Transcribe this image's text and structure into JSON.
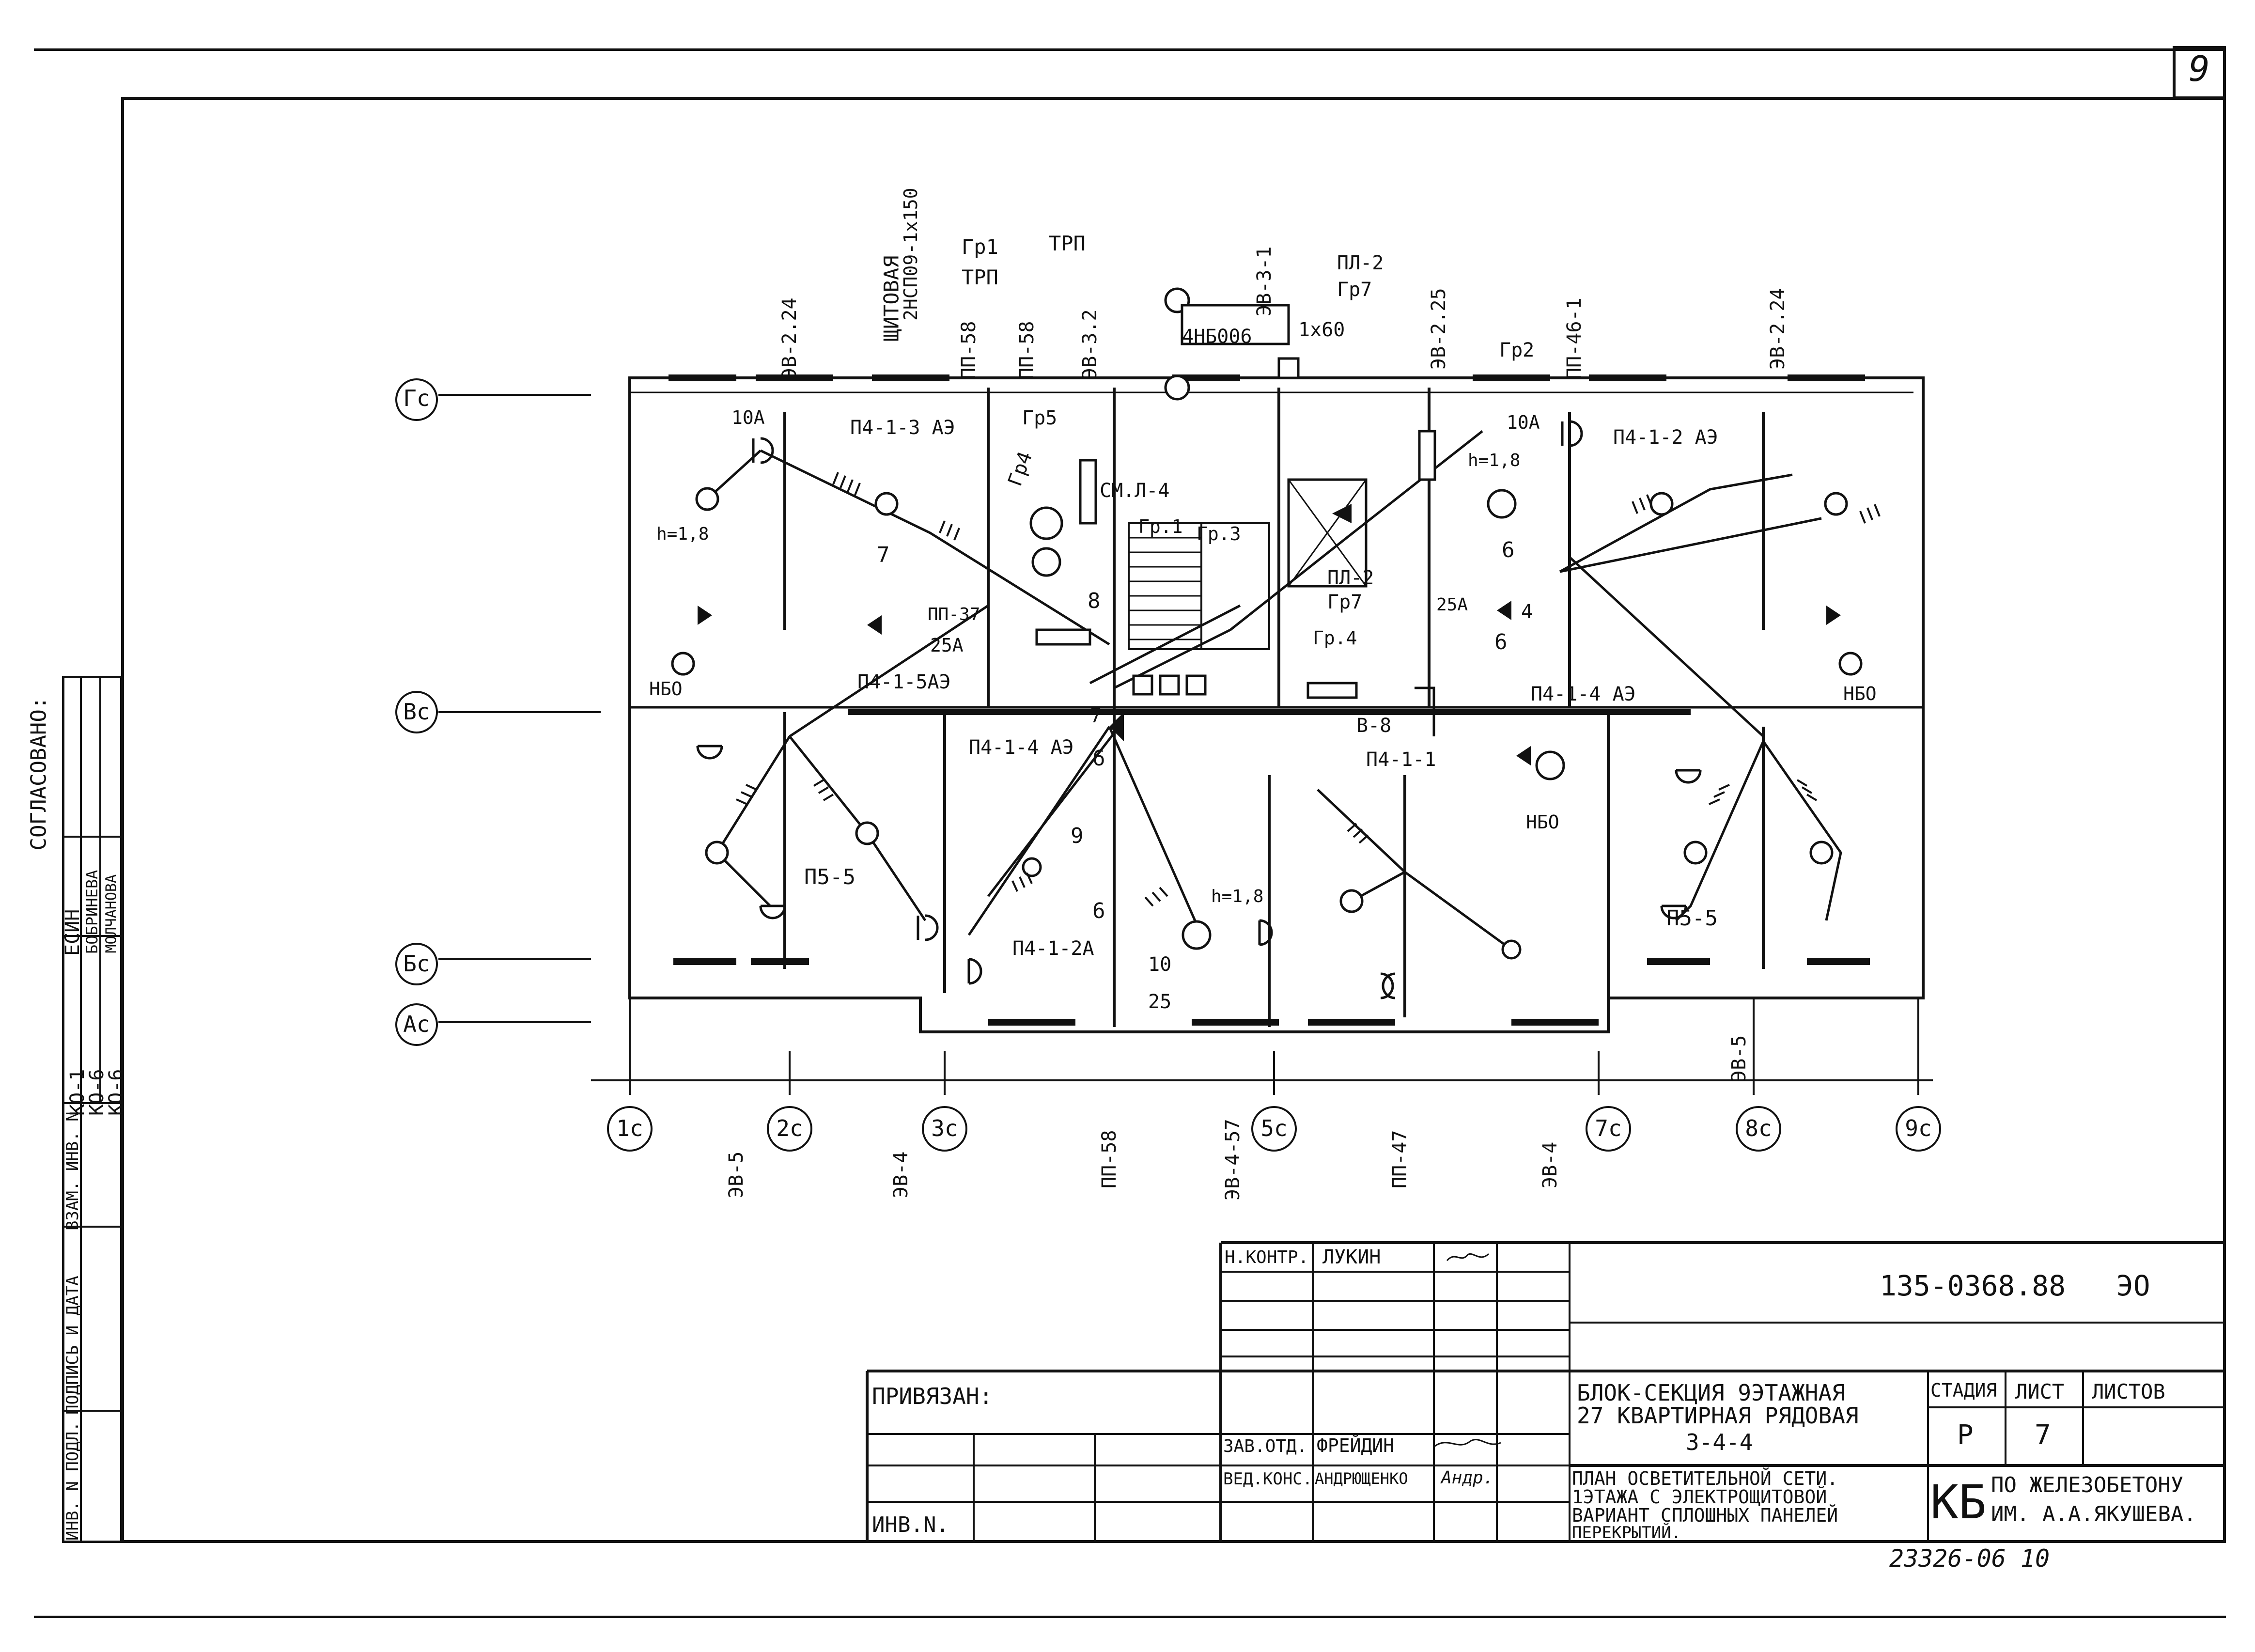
{
  "sheet": {
    "sheet_number": "9",
    "doc_code": "135-0368.88   ЭО",
    "archive_number": "23326-06 10"
  },
  "side_stamp": {
    "approved_word": "СОГЛАСОВАНО:",
    "rows": [
      {
        "code": "КО-1",
        "name": "ЕСИН"
      },
      {
        "code": "КО-6",
        "name": "БОБРИНЕВА"
      },
      {
        "code": "КО-6",
        "name": "МОЛЧАНОВА"
      }
    ],
    "labels": [
      "ВЗАМ. ИНВ. N",
      "ПОДПИСЬ И ДАТА",
      "ИНВ. N ПОДЛ."
    ]
  },
  "title_block": {
    "n_kontr_label": "Н.КОНТР.",
    "n_kontr_name": "ЛУКИН",
    "zav_otd_label": "ЗАВ.ОТД.",
    "zav_otd_name": "ФРЕЙДИН",
    "ved_konstr_label": "ВЕД.КОНС.",
    "ved_konstr_name": "АНДРЮЩЕНКО",
    "ved_konstr_sign": "Андр.",
    "privyazan": "ПРИВЯЗАН:",
    "inv_n": "ИНВ.N.",
    "object_line1": "БЛОК-СЕКЦИЯ 9ЭТАЖНАЯ",
    "object_line2": "27 КВАРТИРНАЯ РЯДОВАЯ",
    "object_line3": "3-4-4",
    "sheet_line1": "ПЛАН ОСВЕТИТЕЛЬНОЙ СЕТИ.",
    "sheet_line2": "1ЭТАЖА С ЭЛЕКТРОЩИТОВОЙ",
    "sheet_line3": "ВАРИАНТ СПЛОШНЫХ ПАНЕЛЕЙ",
    "sheet_line4": "ПЕРЕКРЫТИЙ.",
    "stage_label": "СТАДИЯ",
    "stage_value": "Р",
    "list_label": "ЛИСТ",
    "list_value": "7",
    "listov_label": "ЛИСТОВ",
    "org_short": "КБ",
    "org_line1": "ПО ЖЕЛЕЗОБЕТОНУ",
    "org_line2": "ИМ. А.А.ЯКУШЕВА."
  },
  "plan": {
    "row_axes": [
      "Гс",
      "Вс",
      "Бс",
      "Ас"
    ],
    "col_axes": [
      "1с",
      "2с",
      "3с",
      "5с",
      "7с",
      "8с",
      "9с"
    ],
    "bottom_panel_marks": [
      "ЭВ-5",
      "ЭВ-4",
      "ПП-58",
      "ЭВ-4-57",
      "ПП-47",
      "ЭВ-4",
      "ЭВ-5"
    ],
    "top_panel_marks": [
      "ЭВ-2.24",
      "ПП-58",
      "ПП-58",
      "ЭВ-3.2",
      "ЭВ-3-1",
      "ЭВ-2.25",
      "ПП-46-1",
      "ЭВ-2.24"
    ],
    "room_panels": [
      "П4-1-3 АЭ",
      "П4-1-2 АЭ",
      "П4-1-5АЭ",
      "П4-1-4 АЭ",
      "П4-1-4 АЭ",
      "П4-1-1",
      "П4-1-2А",
      "П5-5",
      "П5-5",
      "В-8"
    ],
    "labels": {
      "switchroom": "ЩИТОВАЯ",
      "switchroom_fixture": "2НСП09-1х150",
      "gr1": "Гр1",
      "trp1": "ТРП",
      "trp2": "ТРП",
      "gr5": "Гр5",
      "gr4": "Гр4",
      "cabinet": "4НБ006",
      "lamp_1x60": "1х60",
      "pl2_top": "ПЛ-2",
      "gr7_top": "Гр7",
      "gr2": "Гр2",
      "sml4": "СМ.Л-4",
      "gr_1": "Гр.1",
      "gr_3": "Гр.3",
      "gr_4": "Гр.4",
      "pl2_mid": "ПЛ-2",
      "gr7_mid": "Гр7",
      "pp37": "ПП-37",
      "n7_left": "7",
      "n8": "8",
      "n6_right": "6",
      "n6_right2": "6",
      "n4": "4",
      "n7_mid": "7",
      "n6_mid": "6",
      "n9": "9",
      "n6_low": "6",
      "n10": "10",
      "n25_low": "25",
      "a10_left": "10А",
      "a10_right": "10А",
      "a25_left": "25А",
      "a25_right": "25А",
      "h18_left": "h=1,8",
      "h18_right": "h=1,8",
      "h18_mid": "h=1,8",
      "nbo1": "НБО",
      "nbo2": "НБО",
      "nbo3": "НБО"
    }
  }
}
